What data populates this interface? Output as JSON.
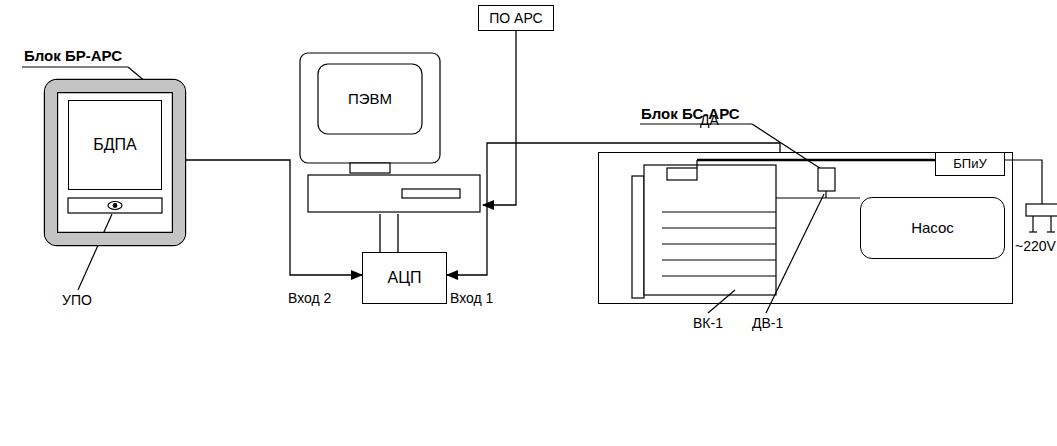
{
  "diagram": {
    "nodes": [
      {
        "text": [
          "Блок БР-АРС"
        ]
      },
      {
        "text": [
          "БДПА"
        ],
        "in": 0
      },
      {
        "text": [
          "ПО АРС"
        ]
      },
      {
        "text": [
          "ПЭВМ"
        ]
      },
      {
        "text": [
          "АЦП"
        ]
      },
      {
        "text": [
          "Блок БС-АРС"
        ]
      },
      {
        "text": [
          "БПиУ"
        ],
        "in": 5
      },
      {
        "text": [
          "Насос"
        ],
        "in": 5
      }
    ],
    "edges": [
      {
        "from": 2,
        "to": 3,
        "arrow": "to"
      },
      {
        "from": 3,
        "to": 4,
        "arrow": "none"
      },
      {
        "from": 0,
        "to": 4,
        "label": "Вход 2",
        "arrow": "to"
      },
      {
        "from": 5,
        "to": 4,
        "label": "Вход 1",
        "arrow": "to"
      }
    ],
    "labels": [
      "УПО",
      "ДА",
      "ВК-1",
      "ДВ-1",
      "~220V"
    ]
  }
}
